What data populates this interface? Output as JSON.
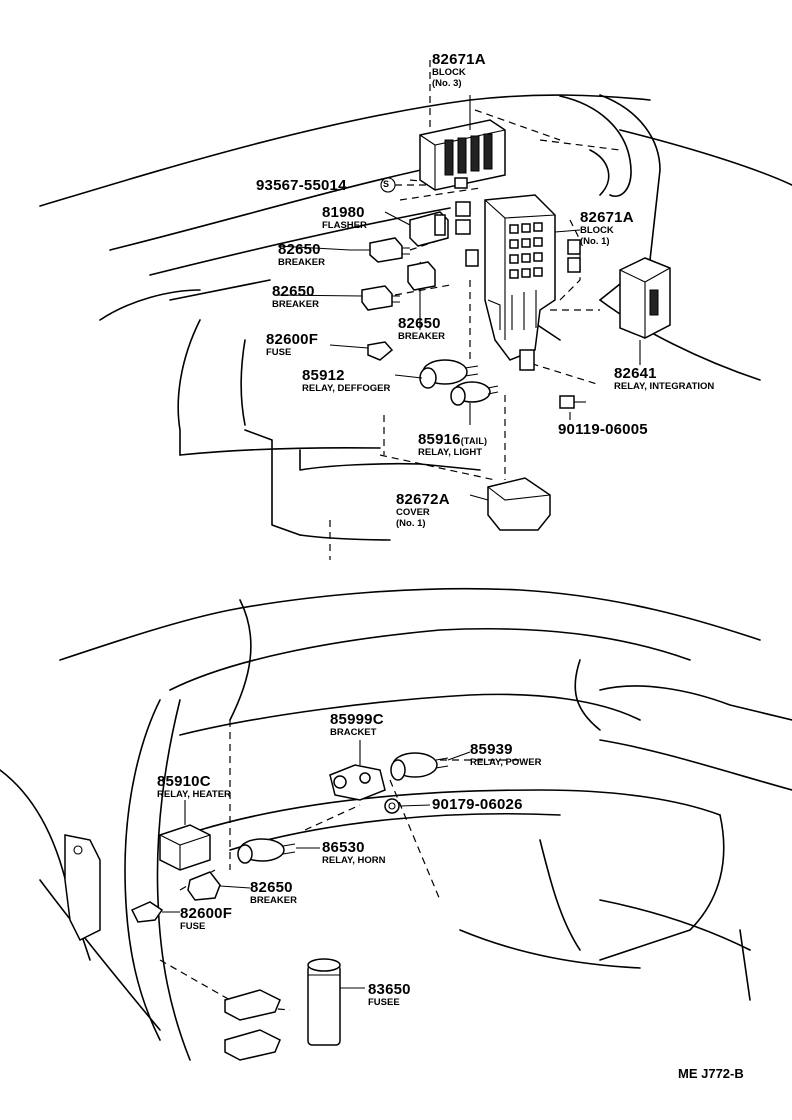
{
  "parts": {
    "p82671A_top": {
      "number": "82671A",
      "name": "BLOCK",
      "detail": "(No. 3)"
    },
    "p93567": {
      "number": "93567-55014",
      "mark": "S"
    },
    "p81980": {
      "number": "81980",
      "name": "FLASHER"
    },
    "p82671A_right": {
      "number": "82671A",
      "name": "BLOCK",
      "detail": "(No. 1)"
    },
    "p82650_a": {
      "number": "82650",
      "name": "BREAKER"
    },
    "p82650_b": {
      "number": "82650",
      "name": "BREAKER"
    },
    "p82650_c": {
      "number": "82650",
      "name": "BREAKER"
    },
    "p82600F_top": {
      "number": "82600F",
      "name": "FUSE"
    },
    "p85912": {
      "number": "85912",
      "name": "RELAY, DEFFOGER"
    },
    "p82641": {
      "number": "82641",
      "name": "RELAY, INTEGRATION"
    },
    "p90119": {
      "number": "90119-06005"
    },
    "p85916": {
      "number": "85916",
      "tag": "(TAIL)",
      "name": "RELAY, LIGHT"
    },
    "p82672A": {
      "number": "82672A",
      "name": "COVER",
      "detail": "(No. 1)"
    },
    "p85999C": {
      "number": "85999C",
      "name": "BRACKET"
    },
    "p85939": {
      "number": "85939",
      "name": "RELAY, POWER"
    },
    "p90179": {
      "number": "90179-06026"
    },
    "p85910C": {
      "number": "85910C",
      "name": "RELAY, HEATER"
    },
    "p86530": {
      "number": "86530",
      "name": "RELAY, HORN"
    },
    "p82650_d": {
      "number": "82650",
      "name": "BREAKER"
    },
    "p82600F_bottom": {
      "number": "82600F",
      "name": "FUSE"
    },
    "p83650": {
      "number": "83650",
      "name": "FUSEE"
    }
  },
  "drawing_ref": "ME J772-B"
}
